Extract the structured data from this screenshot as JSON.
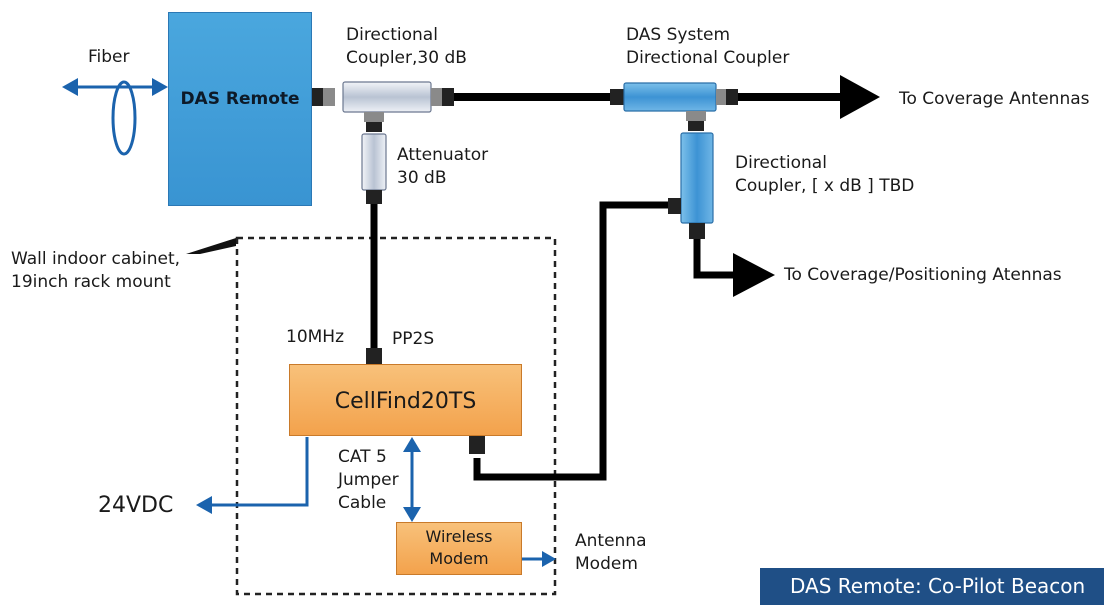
{
  "labels": {
    "fiber": "Fiber",
    "das_remote": "DAS Remote",
    "coupler30_title": "Directional\nCoupler,30 dB",
    "das_system_coupler": "DAS System\nDirectional Coupler",
    "to_coverage_antennas": "To Coverage Antennas",
    "attenuator": "Attenuator\n30 dB",
    "coupler_tbd": "Directional\nCoupler, [ x dB ] TBD",
    "to_coverage_positioning": "To Coverage/Positioning Atennas",
    "wall_cabinet": "Wall indoor cabinet,\n19inch rack mount",
    "tenmhz": "10MHz",
    "pp2s": "PP2S",
    "cellfind": "CellFind20TS",
    "cat5": "CAT 5\nJumper\nCable",
    "v24": "24VDC",
    "wireless_modem": "Wireless\nModem",
    "antenna_modem": "Antenna\nModem"
  },
  "banner": "DAS Remote: Co-Pilot Beacon",
  "colors": {
    "das_remote_blue": "#3d9ad6",
    "coupler_blue": "#4aa0dc",
    "device_orange": "#f4a84f",
    "signal_blue": "#1b63ad",
    "cable_black": "#000000",
    "banner_navy": "#1f4f86"
  }
}
